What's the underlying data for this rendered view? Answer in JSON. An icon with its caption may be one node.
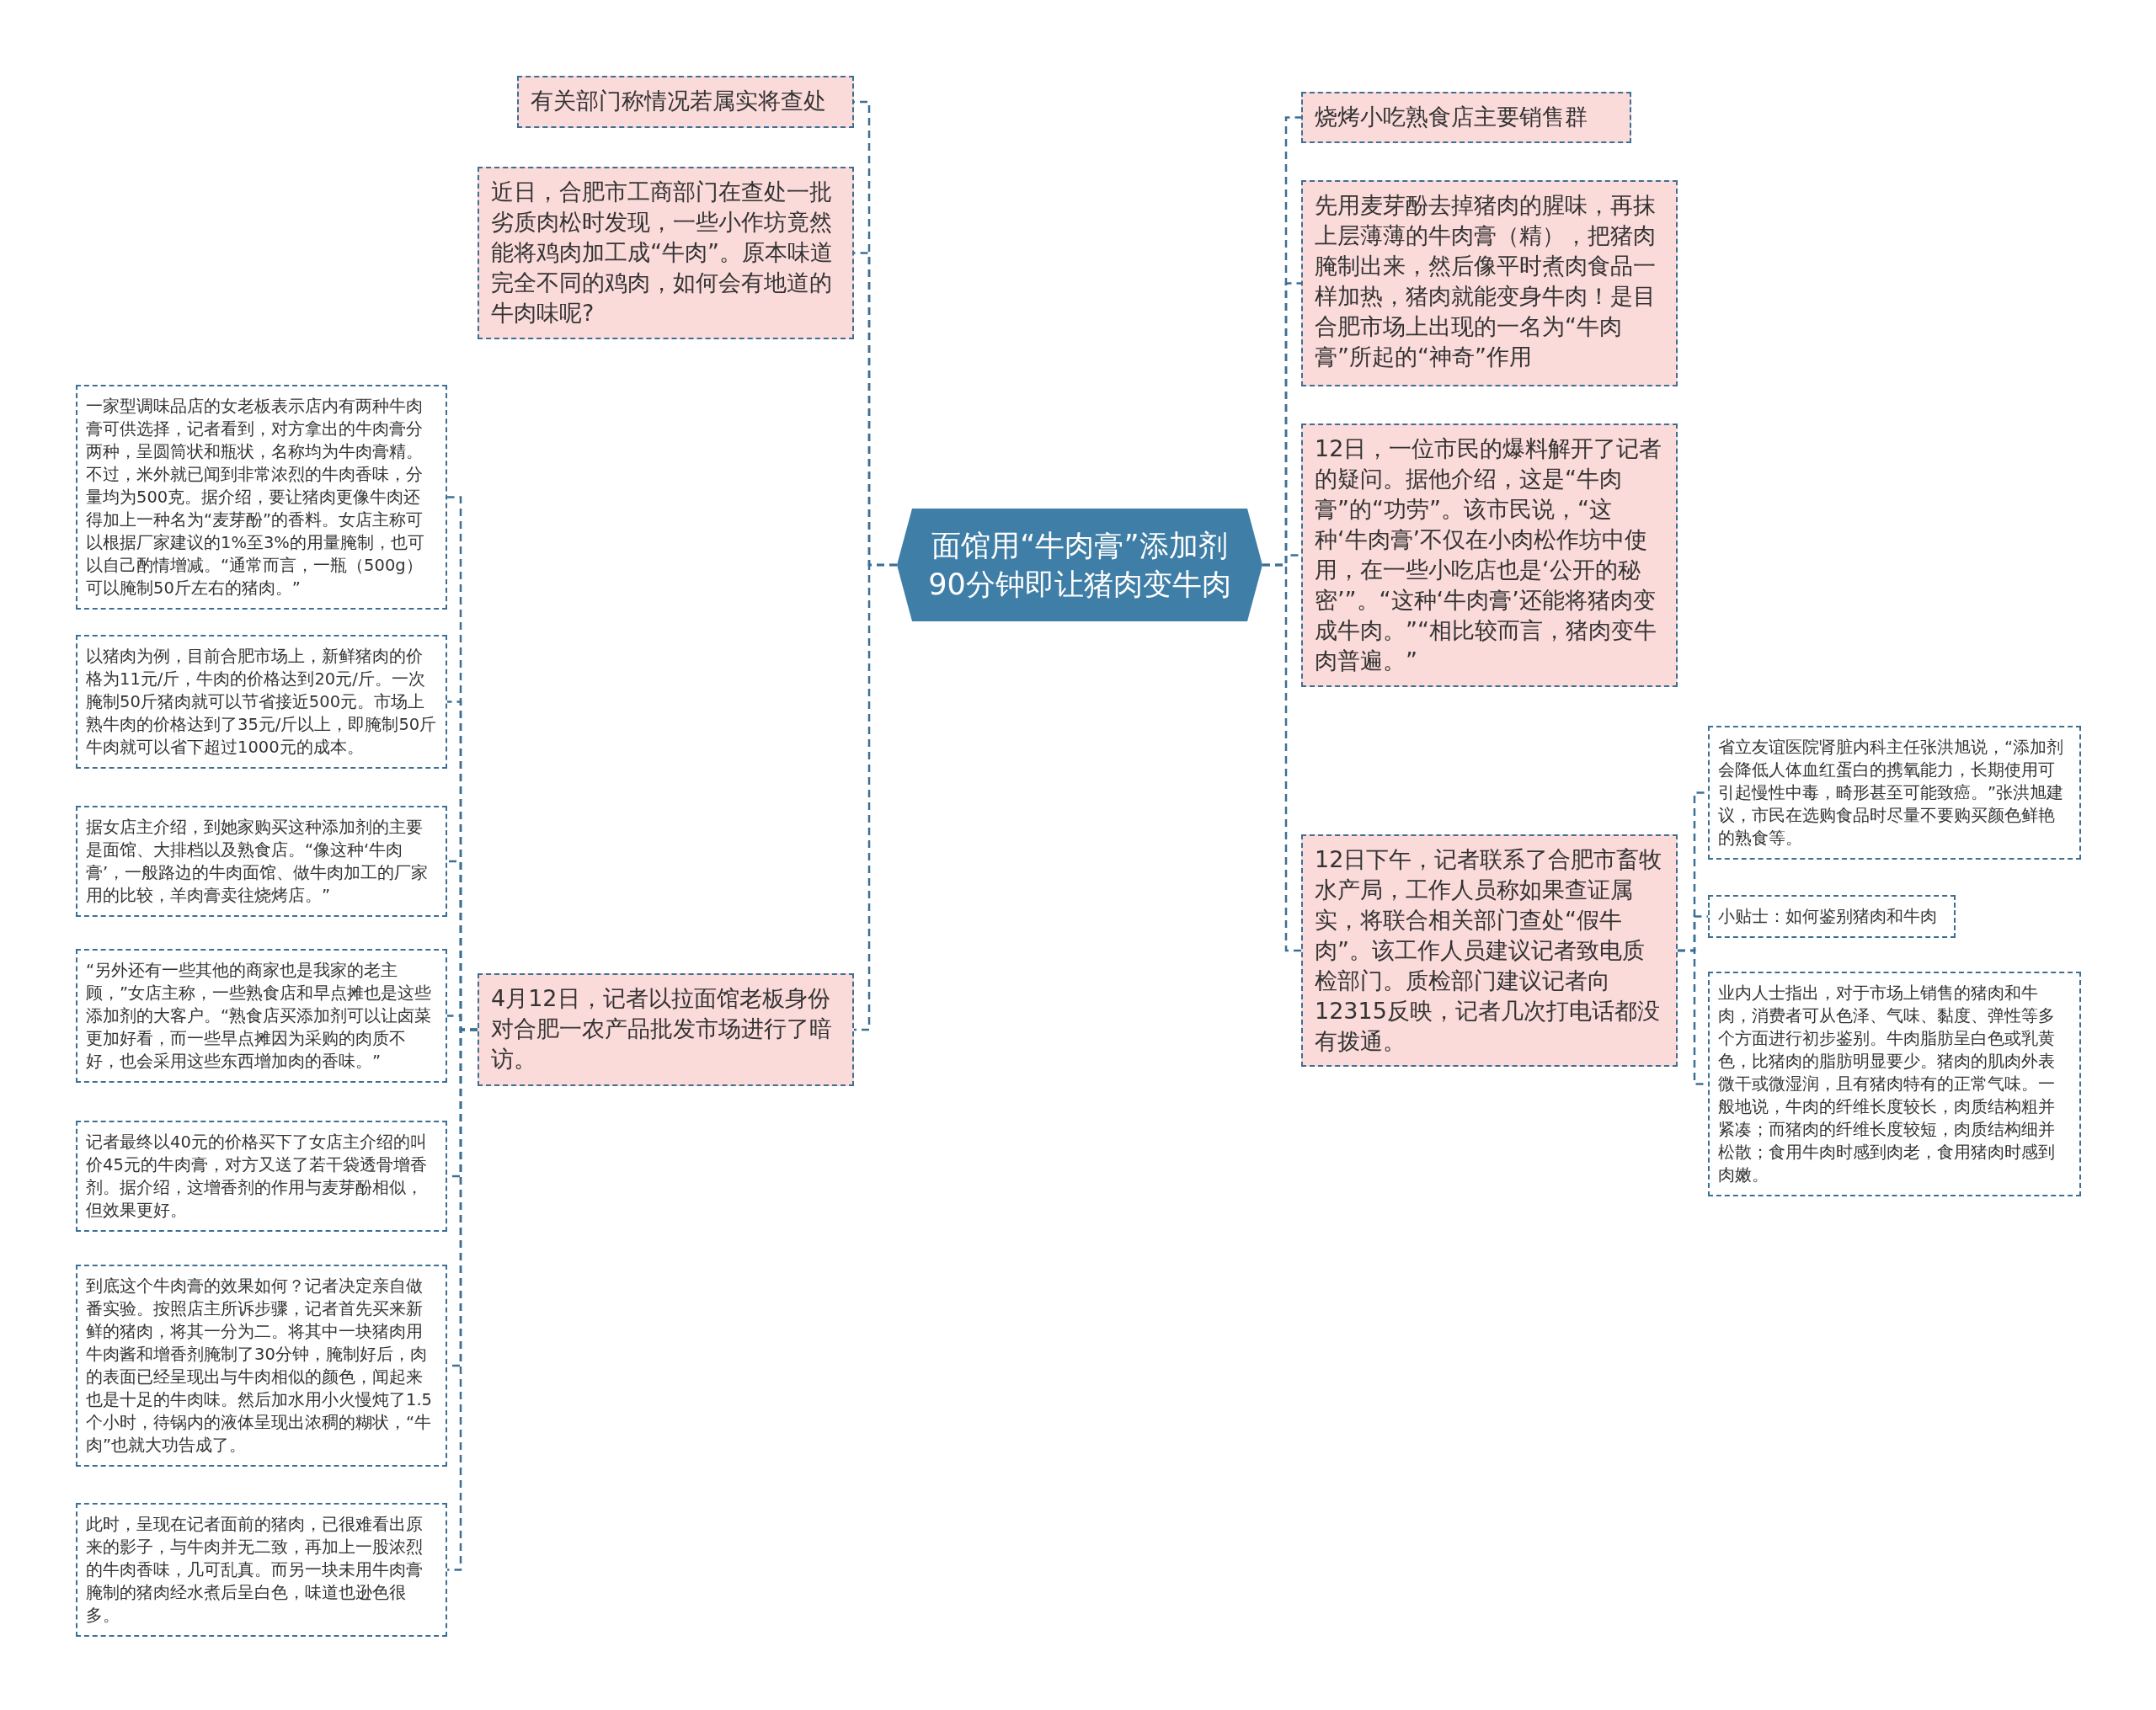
{
  "diagram": {
    "nodes": [
      {
        "text": [
          "面馆用“牛肉膏”添加剂90分钟即让猪肉变牛肉"
        ]
      },
      {
        "text": [
          "有关部门称情况若属实将查处"
        ]
      },
      {
        "text": [
          "近日，合肥市工商部门在查处一批劣质肉松时发现，一些小作坊竟然能将鸡肉加工成“牛肉”。原本味道完全不同的鸡肉，如何会有地道的牛肉味呢?"
        ]
      },
      {
        "text": [
          "4月12日，记者以拉面馆老板身份对合肥一农产品批发市场进行了暗访。"
        ]
      },
      {
        "text": [
          "一家型调味品店的女老板表示店内有两种牛肉膏可供选择，记者看到，对方拿出的牛肉膏分两种，呈圆筒状和瓶状，名称均为牛肉膏精。不过，米外就已闻到非常浓烈的牛肉香味，分量均为500克。据介绍，要让猪肉更像牛肉还得加上一种名为“麦芽酚”的香料。女店主称可以根据厂家建议的1%至3%的用量腌制，也可以自己酌情增减。“通常而言，一瓶（500g）可以腌制50斤左右的猪肉。”"
        ]
      },
      {
        "text": [
          "以猪肉为例，目前合肥市场上，新鲜猪肉的价格为11元/斤，牛肉的价格达到20元/斤。一次腌制50斤猪肉就可以节省接近500元。市场上熟牛肉的价格达到了35元/斤以上，即腌制50斤牛肉就可以省下超过1000元的成本。"
        ]
      },
      {
        "text": [
          "据女店主介绍，到她家购买这种添加剂的主要是面馆、大排档以及熟食店。“像这种‘牛肉膏’，一般路边的牛肉面馆、做牛肉加工的厂家用的比较，羊肉膏卖往烧烤店。”"
        ]
      },
      {
        "text": [
          "“另外还有一些其他的商家也是我家的老主顾，”女店主称，一些熟食店和早点摊也是这些添加剂的大客户。“熟食店买添加剂可以让卤菜更加好看，而一些早点摊因为采购的肉质不好，也会采用这些东西增加肉的香味。”"
        ]
      },
      {
        "text": [
          "记者最终以40元的价格买下了女店主介绍的叫价45元的牛肉膏，对方又送了若干袋透骨增香剂。据介绍，这增香剂的作用与麦芽酚相似，但效果更好。"
        ]
      },
      {
        "text": [
          "到底这个牛肉膏的效果如何？记者决定亲自做番实验。按照店主所诉步骤，记者首先买来新鲜的猪肉，将其一分为二。将其中一块猪肉用牛肉酱和增香剂腌制了30分钟，腌制好后，肉的表面已经呈现出与牛肉相似的颜色，闻起来也是十足的牛肉味。然后加水用小火慢炖了1.5个小时，待锅内的液体呈现出浓稠的糊状，“牛肉”也就大功告成了。"
        ]
      },
      {
        "text": [
          "此时，呈现在记者面前的猪肉，已很难看出原来的影子，与牛肉并无二致，再加上一股浓烈的牛肉香味，几可乱真。而另一块未用牛肉膏腌制的猪肉经水煮后呈白色，味道也逊色很多。"
        ]
      },
      {
        "text": [
          "烧烤小吃熟食店主要销售群"
        ]
      },
      {
        "text": [
          "先用麦芽酚去掉猪肉的腥味，再抹上层薄薄的牛肉膏（精），把猪肉腌制出来，然后像平时煮肉食品一样加热，猪肉就能变身牛肉！是目合肥市场上出现的一名为“牛肉膏”所起的“神奇”作用"
        ]
      },
      {
        "text": [
          "12日，一位市民的爆料解开了记者的疑问。据他介绍，这是“牛肉膏”的“功劳”。该市民说，“这种‘牛肉膏’不仅在小肉松作坊中使用，在一些小吃店也是‘公开的秘密’”。“这种‘牛肉膏’还能将猪肉变成牛肉。”“相比较而言，猪肉变牛肉普遍。”"
        ]
      },
      {
        "text": [
          "12日下午，记者联系了合肥市畜牧水产局，工作人员称如果查证属实，将联合相关部门查处“假牛肉”。该工作人员建议记者致电质检部门。质检部门建议记者向12315反映，记者几次打电话都没有拨通。"
        ]
      },
      {
        "text": [
          "省立友谊医院肾脏内科主任张洪旭说，“添加剂会降低人体血红蛋白的携氧能力，长期使用可引起慢性中毒，畸形甚至可能致癌。”张洪旭建议，市民在选购食品时尽量不要购买颜色鲜艳的熟食等。"
        ]
      },
      {
        "text": [
          "小贴士：如何鉴别猪肉和牛肉"
        ]
      },
      {
        "text": [
          "业内人士指出，对于市场上销售的猪肉和牛肉，消费者可从色泽、气味、黏度、弹性等多个方面进行初步鉴别。牛肉脂肪呈白色或乳黄色，比猪肉的脂肪明显要少。猪肉的肌肉外表微干或微湿润，且有猪肉特有的正常气味。一般地说，牛肉的纤维长度较长，肉质结构粗并紧凑；而猪肉的纤维长度较短，肉质结构细并松散；食用牛肉时感到肉老，食用猪肉时感到肉嫩。"
        ]
      }
    ],
    "edges": [
      {
        "from": 0,
        "to": 1,
        "arrow": "none"
      },
      {
        "from": 0,
        "to": 2,
        "arrow": "none"
      },
      {
        "from": 0,
        "to": 3,
        "arrow": "none"
      },
      {
        "from": 3,
        "to": 4,
        "arrow": "none"
      },
      {
        "from": 3,
        "to": 5,
        "arrow": "none"
      },
      {
        "from": 3,
        "to": 6,
        "arrow": "none"
      },
      {
        "from": 3,
        "to": 7,
        "arrow": "none"
      },
      {
        "from": 3,
        "to": 8,
        "arrow": "none"
      },
      {
        "from": 3,
        "to": 9,
        "arrow": "none"
      },
      {
        "from": 3,
        "to": 10,
        "arrow": "none"
      },
      {
        "from": 0,
        "to": 11,
        "arrow": "none"
      },
      {
        "from": 0,
        "to": 12,
        "arrow": "none"
      },
      {
        "from": 0,
        "to": 13,
        "arrow": "none"
      },
      {
        "from": 0,
        "to": 14,
        "arrow": "none"
      },
      {
        "from": 14,
        "to": 15,
        "arrow": "none"
      },
      {
        "from": 14,
        "to": 16,
        "arrow": "none"
      },
      {
        "from": 14,
        "to": 17,
        "arrow": "none"
      }
    ]
  }
}
